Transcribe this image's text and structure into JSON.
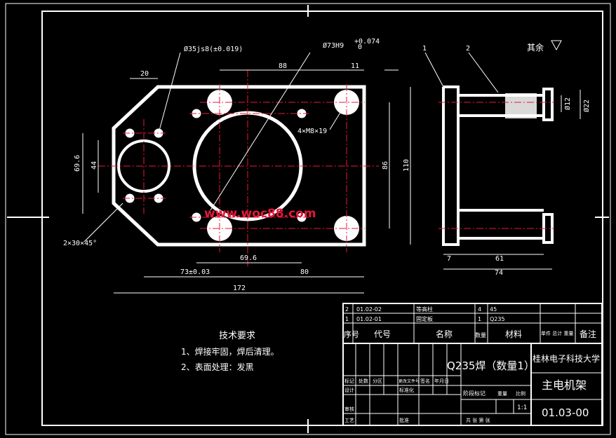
{
  "rest_roughness": "其余",
  "watermark": "www.woc88.com",
  "front_view": {
    "callouts": {
      "hole_small": "Ø35js8(±0.019)",
      "hole_large": "Ø73H9",
      "tol_upper": "+0.074",
      "tol_lower": "0",
      "thread": "4×M8×19",
      "chamfer": "2×30×45°"
    },
    "dims": {
      "d20": "20",
      "d88": "88",
      "d11": "11",
      "d69_6v": "69.6",
      "d44": "44",
      "d86": "86",
      "d110": "110",
      "d69_6h": "69.6",
      "d73": "73±0.03",
      "d80": "80",
      "d172": "172"
    }
  },
  "side_view": {
    "balloon_1": "1",
    "balloon_2": "2",
    "d12": "Ø12",
    "d22": "Ø22",
    "d7": "7",
    "d61": "61",
    "d74": "74"
  },
  "tech_notes": {
    "title": "技术要求",
    "items": [
      "1、焊接牢固，焊后清理。",
      "2、表面处理：发黑"
    ]
  },
  "bom": {
    "rows": [
      {
        "no": "2",
        "code": "01.02-02",
        "name": "等高柱",
        "qty": "4",
        "material": "45"
      },
      {
        "no": "1",
        "code": "01.02-01",
        "name": "固定板",
        "qty": "1",
        "material": "Q235"
      }
    ],
    "header": {
      "no": "序号",
      "code": "代号",
      "name": "名称",
      "qty": "数量",
      "material": "材料",
      "weight": "单件 总计 重量",
      "remark": "备注"
    }
  },
  "title_block": {
    "material": "Q235焊（数量1）",
    "school": "桂林电子科技大学",
    "part_name": "主电机架",
    "drawing_no": "01.03-00",
    "scale": "1:1",
    "labels": {
      "mark": "标记",
      "count": "处数",
      "zone": "分区",
      "change_doc": "更改文件号",
      "sign": "签名",
      "date": "年月日",
      "design": "设计",
      "std": "标准化",
      "review": "审核",
      "process": "工艺",
      "approve": "批准",
      "stage": "阶段标记",
      "weight": "重量",
      "scale": "比例",
      "sheets": "共 张 第 张"
    }
  }
}
